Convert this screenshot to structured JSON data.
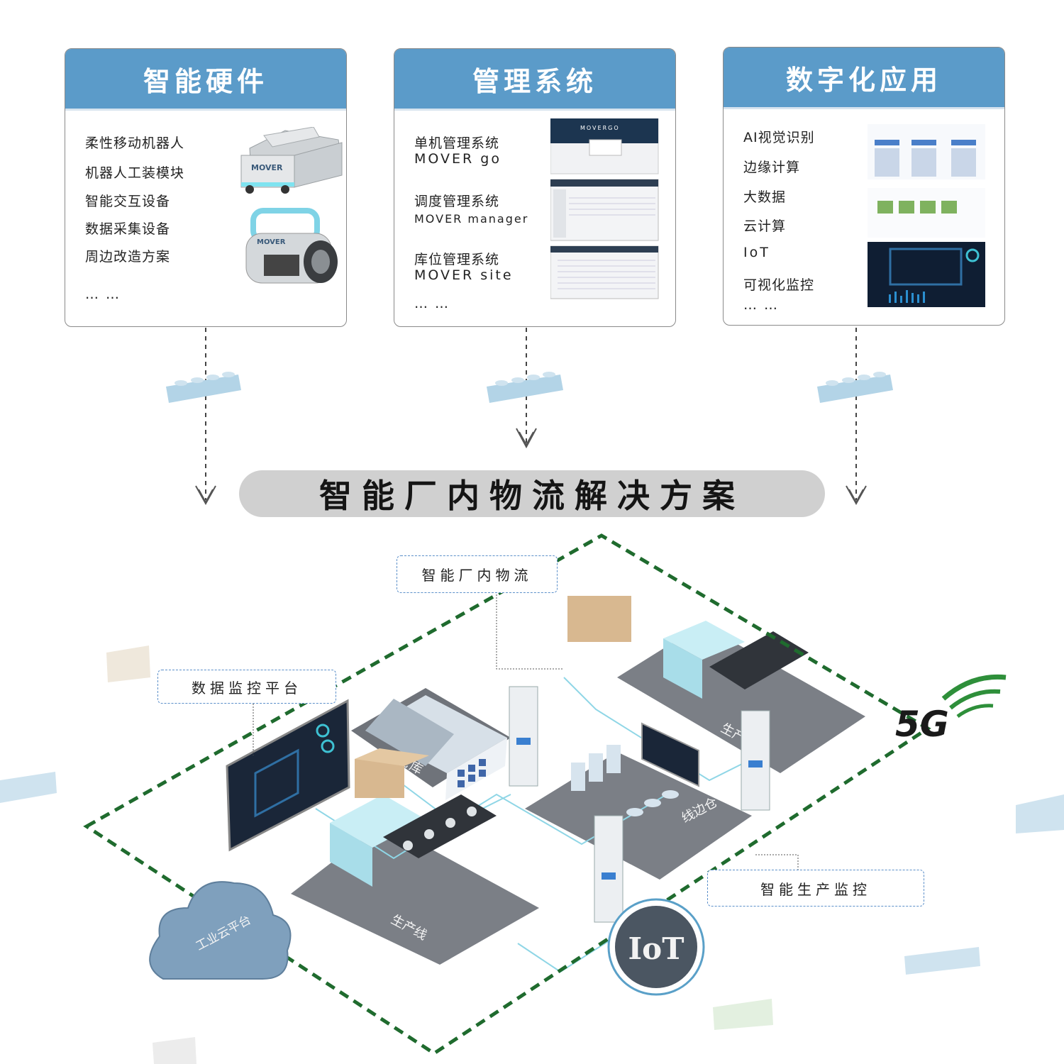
{
  "cards": [
    {
      "title": "智能硬件",
      "items": [
        "柔性移动机器人",
        "机器人工装模块",
        "智能交互设备",
        "数据采集设备",
        "周边改造方案"
      ],
      "ellipsis": "… …",
      "robot_logo": "MOVER"
    },
    {
      "title": "管理系统",
      "items": [
        {
          "name": "单机管理系统",
          "sub": "MOVER go"
        },
        {
          "name": "调度管理系统",
          "sub": "MOVER manager"
        },
        {
          "name": "库位管理系统",
          "sub": "MOVER site"
        }
      ],
      "ellipsis": "… …",
      "screen_logo": "MOVERGO"
    },
    {
      "title": "数字化应用",
      "items": [
        "AI视觉识别",
        "边缘计算",
        "大数据",
        "云计算",
        "IoT",
        "可视化监控"
      ],
      "ellipsis": "… …"
    }
  ],
  "banner": "智能厂内物流解决方案",
  "callouts": {
    "logistics": "智能厂内物流",
    "monitor_platform": "数据监控平台",
    "production_monitor": "智能生产监控"
  },
  "scene_labels": {
    "warehouse": "仓库",
    "line_side": "线边仓",
    "production_line_1": "生产线",
    "production_line_2": "生产",
    "cloud": "工业云平台",
    "iot": "IoT",
    "fiveg": "5G"
  },
  "colors": {
    "header_blue": "#5b9bc9",
    "dashed_green": "#1f6b2e",
    "floor_gray": "#6f737a",
    "accent_cyan": "#7fd3e6"
  }
}
